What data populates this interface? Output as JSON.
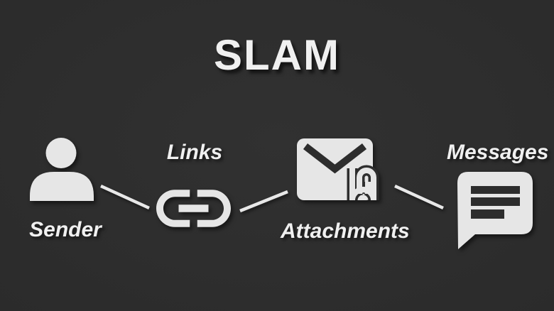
{
  "title": "SLAM",
  "colors": {
    "background": "#313131",
    "icon_fill": "#e6e6e6",
    "text": "#f0f0f0",
    "dark_detail": "#2d2d2d",
    "connector": "#e8e8e8"
  },
  "diagram": {
    "description": "SLAM phishing acronym flow: Sender, Links, Attachments, Messages",
    "nodes": [
      {
        "id": "sender",
        "label": "Sender",
        "icon": "person-icon",
        "label_position": "below"
      },
      {
        "id": "links",
        "label": "Links",
        "icon": "chain-link-icon",
        "label_position": "above"
      },
      {
        "id": "attachments",
        "label": "Attachments",
        "icon": "envelope-paperclip-icon",
        "label_position": "below"
      },
      {
        "id": "messages",
        "label": "Messages",
        "icon": "speech-bubble-icon",
        "label_position": "above"
      }
    ],
    "connections": [
      [
        "sender",
        "links"
      ],
      [
        "links",
        "attachments"
      ],
      [
        "attachments",
        "messages"
      ]
    ]
  }
}
